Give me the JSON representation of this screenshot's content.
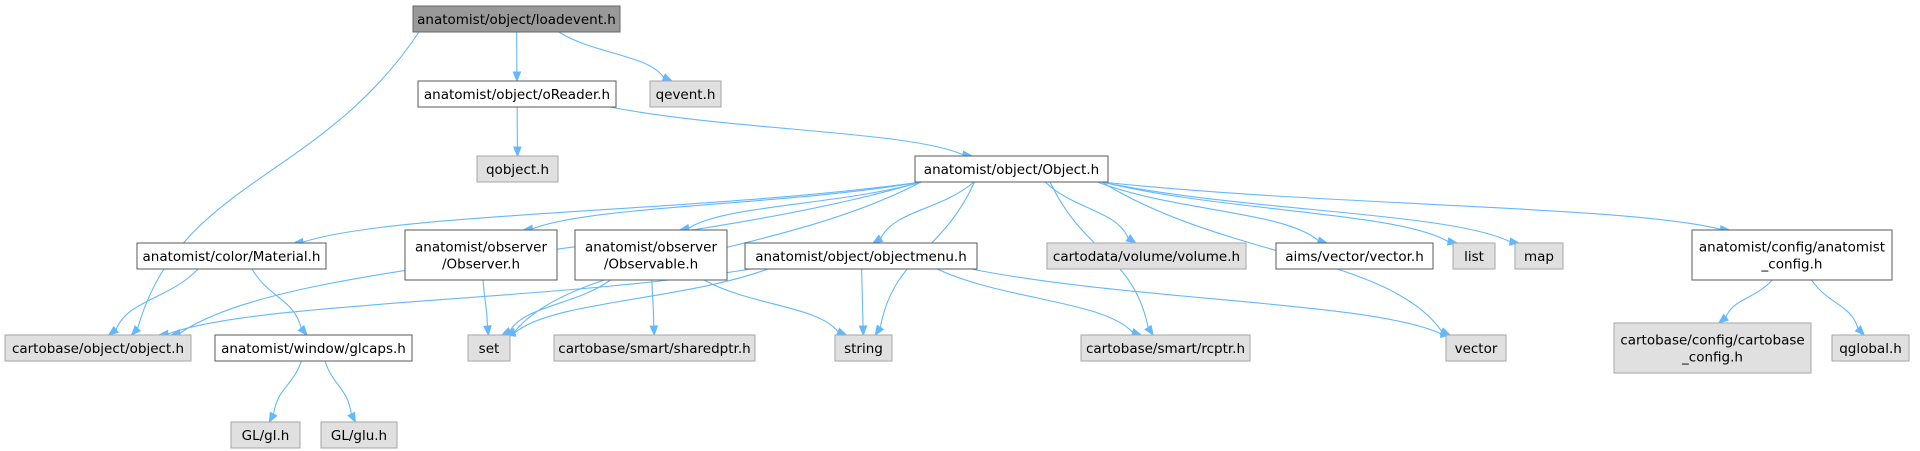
{
  "graph": {
    "root": "anatomist/object/loadevent.h",
    "nodes": {
      "loadevent": {
        "lines": [
          "anatomist/object/loadevent.h"
        ],
        "kind": "root"
      },
      "oreader": {
        "lines": [
          "anatomist/object/oReader.h"
        ],
        "kind": "doc"
      },
      "qevent": {
        "lines": [
          "qevent.h"
        ],
        "kind": "ext"
      },
      "qobject": {
        "lines": [
          "qobject.h"
        ],
        "kind": "ext"
      },
      "objecth": {
        "lines": [
          "anatomist/object/Object.h"
        ],
        "kind": "doc"
      },
      "material": {
        "lines": [
          "anatomist/color/Material.h"
        ],
        "kind": "doc"
      },
      "observer": {
        "lines": [
          "anatomist/observer",
          "/Observer.h"
        ],
        "kind": "doc"
      },
      "observable": {
        "lines": [
          "anatomist/observer",
          "/Observable.h"
        ],
        "kind": "doc"
      },
      "objectmenu": {
        "lines": [
          "anatomist/object/objectmenu.h"
        ],
        "kind": "doc"
      },
      "volume": {
        "lines": [
          "cartodata/volume/volume.h"
        ],
        "kind": "ext"
      },
      "aimsvector": {
        "lines": [
          "aims/vector/vector.h"
        ],
        "kind": "doc"
      },
      "list": {
        "lines": [
          "list"
        ],
        "kind": "ext"
      },
      "map": {
        "lines": [
          "map"
        ],
        "kind": "ext"
      },
      "anaconfig": {
        "lines": [
          "anatomist/config/anatomist",
          "_config.h"
        ],
        "kind": "doc"
      },
      "cartoobject": {
        "lines": [
          "cartobase/object/object.h"
        ],
        "kind": "ext"
      },
      "glcaps": {
        "lines": [
          "anatomist/window/glcaps.h"
        ],
        "kind": "doc"
      },
      "set": {
        "lines": [
          "set"
        ],
        "kind": "ext"
      },
      "sharedptr": {
        "lines": [
          "cartobase/smart/sharedptr.h"
        ],
        "kind": "ext"
      },
      "string": {
        "lines": [
          "string"
        ],
        "kind": "ext"
      },
      "rcptr": {
        "lines": [
          "cartobase/smart/rcptr.h"
        ],
        "kind": "ext"
      },
      "vector": {
        "lines": [
          "vector"
        ],
        "kind": "ext"
      },
      "cartoconfig": {
        "lines": [
          "cartobase/config/cartobase",
          "_config.h"
        ],
        "kind": "ext"
      },
      "qglobal": {
        "lines": [
          "qglobal.h"
        ],
        "kind": "ext"
      },
      "glh": {
        "lines": [
          "GL/gl.h"
        ],
        "kind": "ext"
      },
      "gluh": {
        "lines": [
          "GL/glu.h"
        ],
        "kind": "ext"
      }
    },
    "edges": [
      [
        "loadevent",
        "oreader"
      ],
      [
        "loadevent",
        "qevent"
      ],
      [
        "loadevent",
        "cartoobject"
      ],
      [
        "oreader",
        "qobject"
      ],
      [
        "oreader",
        "objecth"
      ],
      [
        "objecth",
        "cartoobject"
      ],
      [
        "objecth",
        "material"
      ],
      [
        "objecth",
        "set"
      ],
      [
        "objecth",
        "observer"
      ],
      [
        "objecth",
        "observable"
      ],
      [
        "objecth",
        "objectmenu"
      ],
      [
        "objecth",
        "string"
      ],
      [
        "objecth",
        "volume"
      ],
      [
        "objecth",
        "aimsvector"
      ],
      [
        "objecth",
        "list"
      ],
      [
        "objecth",
        "map"
      ],
      [
        "objecth",
        "rcptr"
      ],
      [
        "objecth",
        "vector"
      ],
      [
        "objecth",
        "anaconfig"
      ],
      [
        "material",
        "cartoobject"
      ],
      [
        "material",
        "glcaps"
      ],
      [
        "glcaps",
        "glh"
      ],
      [
        "glcaps",
        "gluh"
      ],
      [
        "observer",
        "set"
      ],
      [
        "observable",
        "set"
      ],
      [
        "observable",
        "sharedptr"
      ],
      [
        "observable",
        "string"
      ],
      [
        "objectmenu",
        "cartoobject"
      ],
      [
        "objectmenu",
        "set"
      ],
      [
        "objectmenu",
        "string"
      ],
      [
        "objectmenu",
        "rcptr"
      ],
      [
        "objectmenu",
        "vector"
      ],
      [
        "anaconfig",
        "cartoconfig"
      ],
      [
        "anaconfig",
        "qglobal"
      ]
    ]
  },
  "colors": {
    "edge": "#63b8ff",
    "root_fill": "#999999",
    "ext_fill": "#e0e0e0",
    "doc_fill": "#ffffff"
  }
}
